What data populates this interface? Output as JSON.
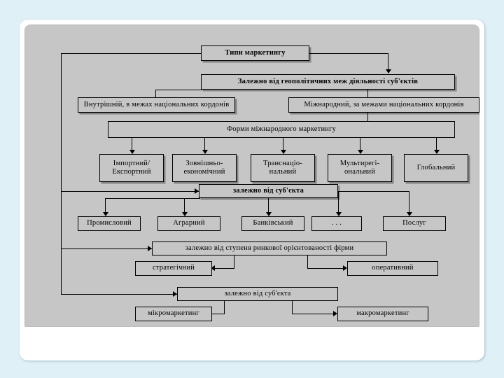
{
  "slide": {
    "background_color": "#dff1f7",
    "panel_color": "#ffffff",
    "canvas_color": "#c6c6c6",
    "box_fill": "#c6c6c6",
    "line_color": "#000000"
  },
  "diagram": {
    "title": "Типи маркетингу",
    "nodes": {
      "root": "Типи маркетингу",
      "criterion_geo": "Залежно від геополітичних меж діяльності суб'єктів",
      "internal": "Внутрішній, в межах національних кордонів",
      "international": "Міжнародний, за межами національних кордонів",
      "forms_header": "Форми міжнародного маркетингу",
      "form_1": "Імпортний/\nЕкспортний",
      "form_2": "Зовнішньо-\nекономічний",
      "form_3": "Транснаціо-\nнальний",
      "form_4": "Мультирегі-\nональний",
      "form_5": "Глобальний",
      "criterion_subject_1": "залежно від суб'єкта",
      "subject_1": "Промисловий",
      "subject_2": "Аграрний",
      "subject_3": "Банківський",
      "subject_4": ". . .",
      "subject_5": "Послуг",
      "criterion_orientation": "залежно від ступеня ринкової орієнтованості фірми",
      "orientation_1": "стратегічний",
      "orientation_2": "оперативний",
      "criterion_subject_2": "залежно від суб'єкта",
      "scale_1": "мікромаркетинг",
      "scale_2": "макромаркетинг"
    }
  }
}
